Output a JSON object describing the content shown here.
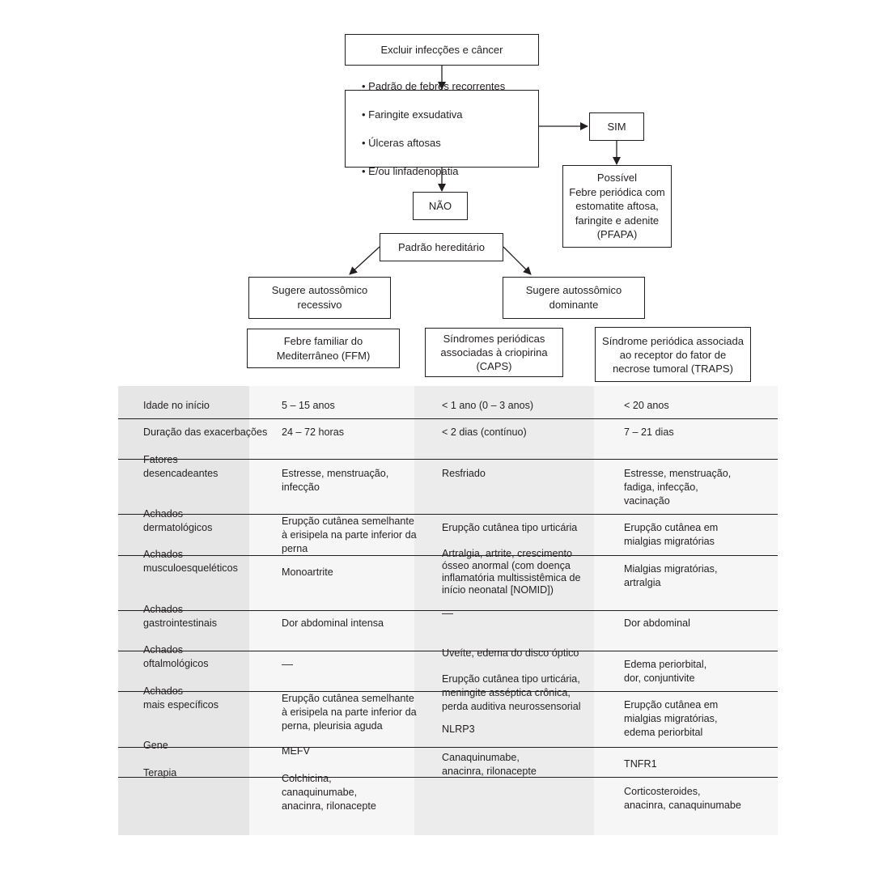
{
  "flow": {
    "exclude": "Excluir infecções e câncer",
    "criteria": [
      "Padrão de febres recorrentes",
      "Faringite exsudativa",
      "Úlceras aftosas",
      "E/ou linfadenopatia"
    ],
    "sim": "SIM",
    "pfapa": "Possível\nFebre periódica com\nestomatite aftosa,\nfaringite e adenite\n(PFAPA)",
    "nao": "NÃO",
    "hereditary": "Padrão hereditário",
    "recessive": "Sugere autossômico\nrecessivo",
    "dominant": "Sugere autossômico\ndominante",
    "ffm": "Febre familiar do\nMediterrâneo (FFM)",
    "caps": "Síndromes periódicas\nassociadas à criopirina\n(CAPS)",
    "traps": "Síndrome periódica associada\nao receptor do fator de\nnecrose tumoral (TRAPS)"
  },
  "table": {
    "rows": [
      {
        "label": "Idade no início",
        "ffm": "5 – 15 anos",
        "caps": "< 1 ano (0 – 3 anos)",
        "traps": "< 20 anos"
      },
      {
        "label": "Duração das exacerbações",
        "ffm": "24 – 72 horas",
        "caps": "< 2 dias (contínuo)",
        "traps": "7 – 21 dias"
      },
      {
        "label": "Fatores\ndesencadeantes",
        "ffm": "Estresse, menstruação,\ninfecção",
        "caps": "Resfriado",
        "traps": "Estresse, menstruação,\nfadiga, infecção,\nvacinação"
      },
      {
        "label": "Achados\ndermatológicos",
        "ffm": "Erupção cutânea semelhante\nà erisipela na parte inferior da\nperna",
        "caps": "Erupção cutânea tipo urticária",
        "traps": "Erupção cutânea em\nmialgias migratórias"
      },
      {
        "label": "Achados\nmusculoesqueléticos",
        "ffm": "Monoartrite",
        "caps": "Artralgia, artrite, crescimento\nósseo anormal (com doença\ninflamatória multissistêmica de\ninício neonatal [NOMID])",
        "traps": "Mialgias migratórias,\nartralgia"
      },
      {
        "label": "Achados\ngastrointestinais",
        "ffm": "Dor abdominal intensa",
        "caps": "––",
        "traps": "Dor abdominal"
      },
      {
        "label": "Achados\noftalmológicos",
        "ffm": "––",
        "caps": "Uveíte, edema do disco óptico",
        "traps": "Edema periorbital,\ndor, conjuntivite"
      },
      {
        "label": "Achados\nmais específicos",
        "ffm": "Erupção cutânea semelhante\nà erisipela na parte inferior da\nperna, pleurisia aguda",
        "caps": "Erupção cutânea tipo urticária,\nmeningite asséptica crônica,\nperda auditiva neurossensorial",
        "traps": "Erupção cutânea em\nmialgias migratórias,\nedema periorbital"
      },
      {
        "label": "Gene",
        "ffm": "MEFV",
        "caps": "NLRP3",
        "traps": "TNFR1"
      },
      {
        "label": "Terapia",
        "ffm": "Colchicina,\ncanaquinumabe,\nanacinra, rilonacepte",
        "caps": "Canaquinumabe,\nanacinra, rilonacepte",
        "traps": "Corticosteroides,\nanacinra, canaquinumabe"
      }
    ]
  },
  "colors": {
    "shade": "#eeeeee",
    "line": "#231f20"
  }
}
